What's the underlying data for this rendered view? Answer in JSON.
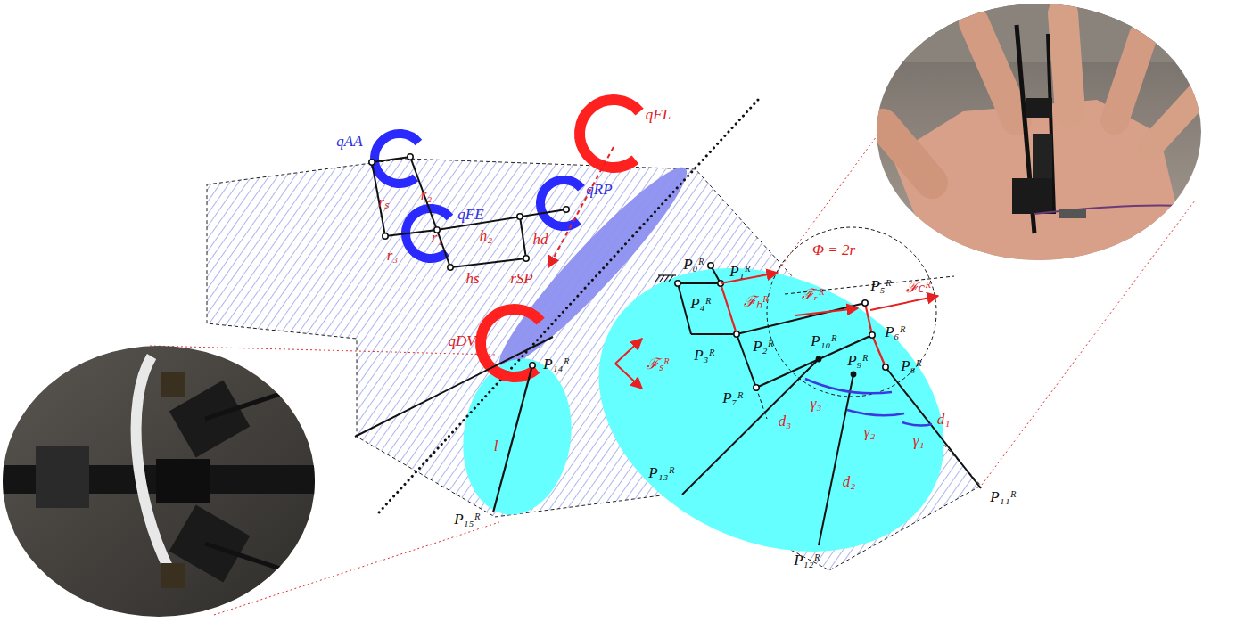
{
  "diagram": {
    "nodes": [
      {
        "text": [
          "P₁₄ᴿ",
          "l"
        ]
      },
      {
        "text": [
          "P₀ᴿ",
          "P₁ᴿ",
          "P₄ᴿ",
          "ℱₕᴿ",
          "ℱᵣᴿ",
          "P₅ᴿ",
          "P₆ᴿ",
          "P₃ᴿ",
          "P₂ᴿ",
          "P₁₀ᴿ",
          "P₉ᴿ",
          "P₈ᴿ",
          "ℱₛᴿ",
          "P₇ᴿ",
          "γ₃",
          "γ₂",
          "γ₁",
          "d₁",
          "d₃",
          "d₂"
        ]
      }
    ],
    "labels": [
      "qAA",
      "r₂",
      "rₛ",
      "qFE",
      "r₃",
      "r₁",
      "h₂",
      "hd",
      "qRP",
      "rSP",
      "hs",
      "qFL",
      "qDV",
      "Φ = 2r",
      "ℱcᴿ",
      "P₁₅ᴿ",
      "P₁₃ᴿ",
      "P₁₂ᴿ",
      "P₁₁ᴿ"
    ]
  }
}
